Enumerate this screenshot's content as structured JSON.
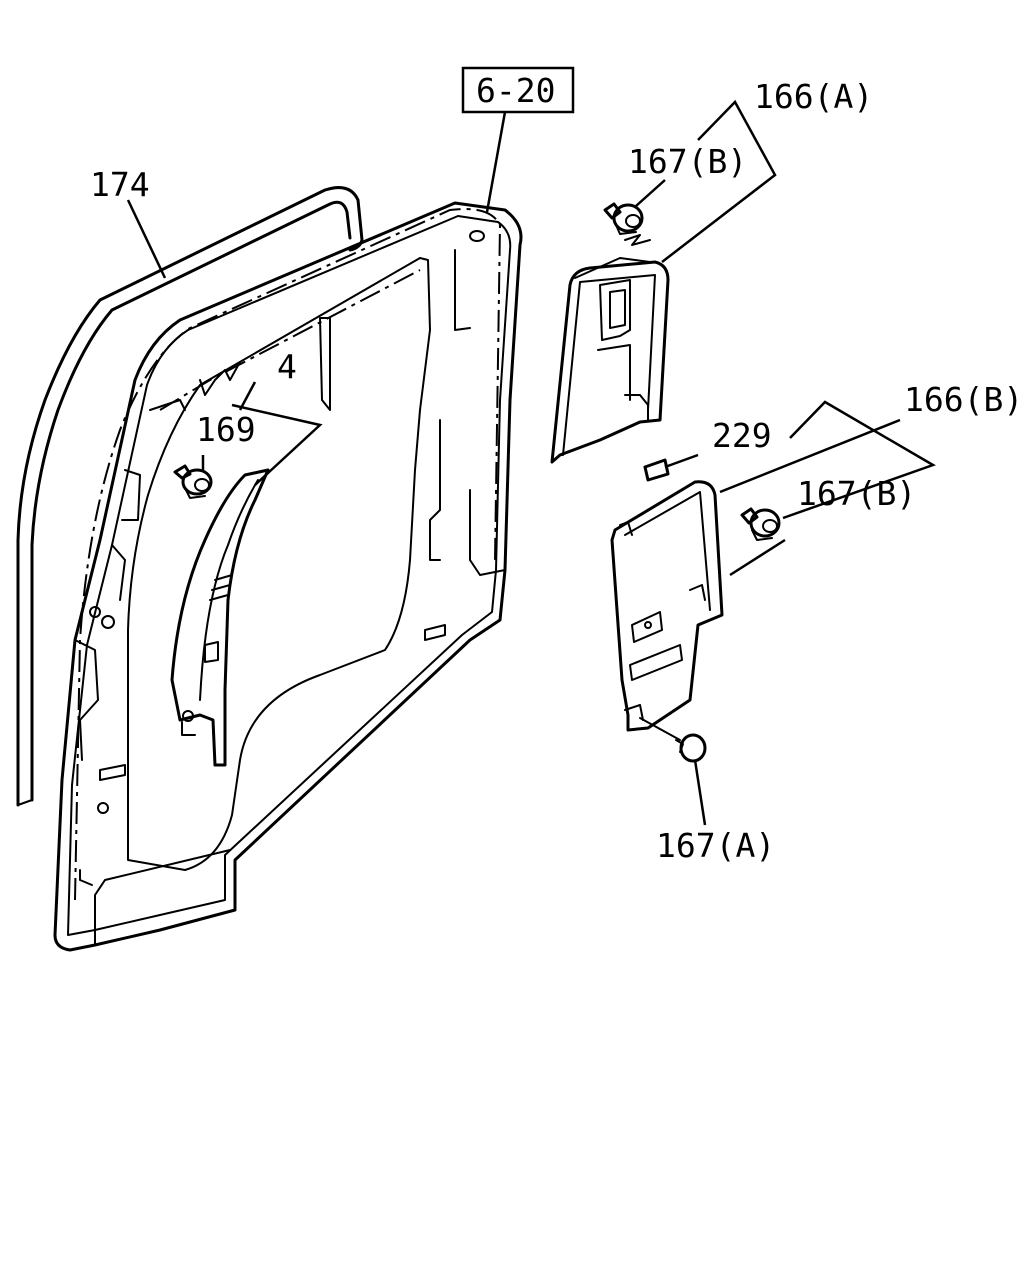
{
  "diagram": {
    "callouts": {
      "ref_box": "6-20",
      "p174": "174",
      "p4": "4",
      "p169": "169",
      "p166a": "166(A)",
      "p167b_top": "167(B)",
      "p166b": "166(B)",
      "p229": "229",
      "p167b_mid": "167(B)",
      "p167a": "167(A)"
    },
    "colors": {
      "line": "#000000",
      "background": "#ffffff"
    }
  }
}
